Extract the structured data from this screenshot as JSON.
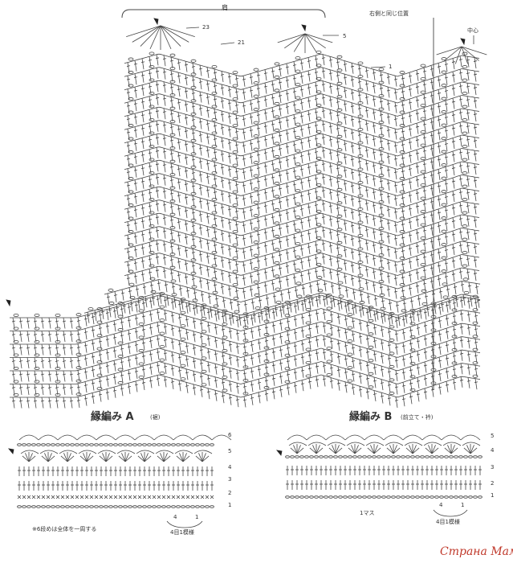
{
  "main_chart": {
    "shoulder_label": "肩",
    "same_as_right_label": "右側と同じ位置",
    "center_label": "中心",
    "row_markers": [
      "23",
      "21",
      "5",
      "1"
    ]
  },
  "pattern_a": {
    "title": "縁編み A",
    "subtitle": "(裾)",
    "row_numbers": [
      "6",
      "5",
      "4",
      "3",
      "2",
      "1"
    ],
    "repeat_marks": [
      "4",
      "1"
    ],
    "repeat_label": "4目1模様",
    "note": "※6段めは全体を一周する"
  },
  "pattern_b": {
    "title": "縁編み B",
    "subtitle": "(前立て・衿)",
    "row_numbers": [
      "5",
      "4",
      "3",
      "2",
      "1"
    ],
    "repeat_marks": [
      "4",
      "1"
    ],
    "repeat_label": "4目1模様",
    "square_label": "1マス"
  },
  "watermark": "Страна Мам",
  "colors": {
    "ink": "#3a3a3a",
    "watermark": "#c0392b"
  }
}
